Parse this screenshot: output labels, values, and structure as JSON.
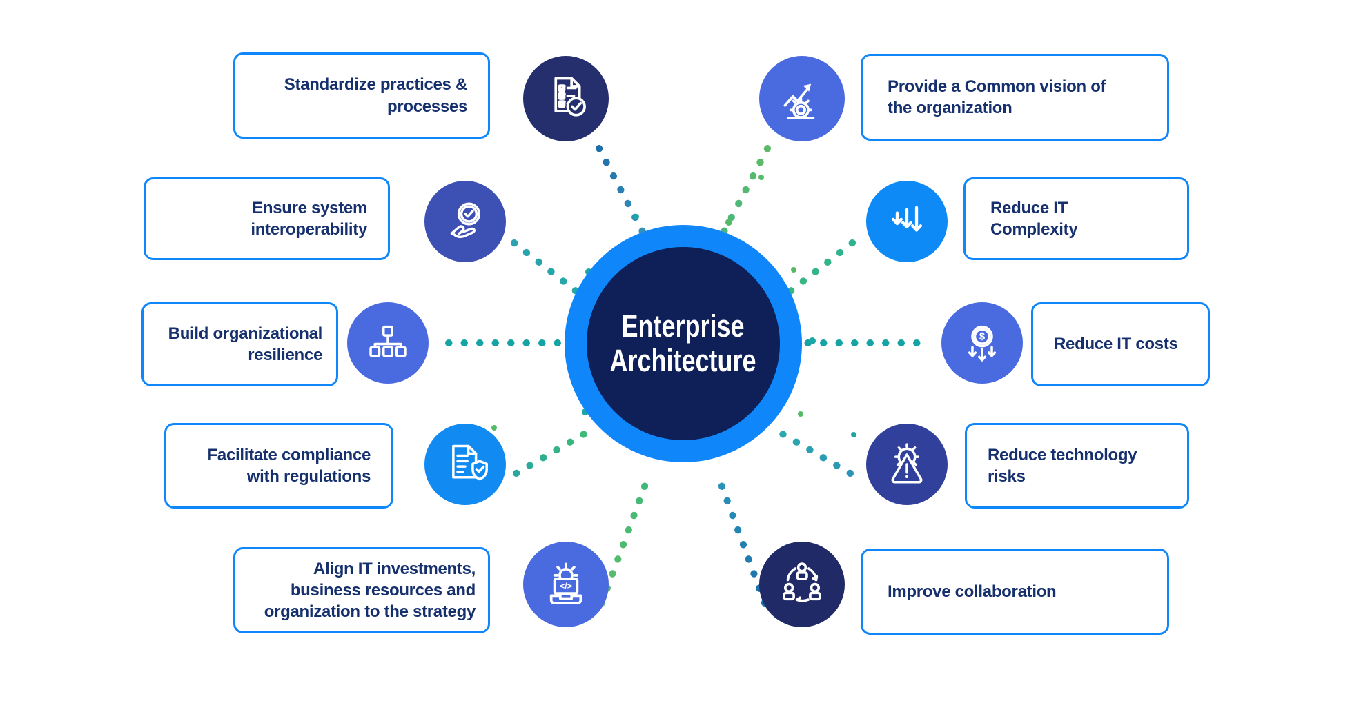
{
  "title": "Enterprise Architecture benefits diagram",
  "center": {
    "line1": "Enterprise",
    "line2": "Architecture"
  },
  "palette": {
    "accent_azure": "#1086FB",
    "navy_text": "#15306D",
    "center_core_navy": "#0E2057",
    "icon_dark_indigo": "#252F6D",
    "icon_indigo": "#3D51B5",
    "icon_medium_blue": "#4A6AE0",
    "icon_bright_azure": "#0E8AF6",
    "icon_risk_indigo": "#30409B",
    "icon_collab_navy": "#1F2A66",
    "dot_teal": "#16A3A3",
    "dot_green": "#54BA68",
    "dot_blue": "#1E6FA9"
  },
  "left_items": [
    {
      "icon": "checklist-icon",
      "lines": [
        "Standardize practices &",
        "processes"
      ]
    },
    {
      "icon": "hand-check-icon",
      "lines": [
        "Ensure system",
        "interoperability"
      ]
    },
    {
      "icon": "org-chart-icon",
      "lines": [
        "Build organizational",
        "resilience"
      ]
    },
    {
      "icon": "document-shield-icon",
      "lines": [
        "Facilitate compliance",
        "with regulations"
      ]
    },
    {
      "icon": "laptop-code-icon",
      "lines": [
        "Align IT investments,",
        "business resources and",
        "organization to the strategy"
      ]
    }
  ],
  "right_items": [
    {
      "icon": "growth-arrow-gear-icon",
      "lines": [
        "Provide a Common vision of",
        "the organization"
      ]
    },
    {
      "icon": "triple-down-arrows-icon",
      "lines": [
        "Reduce IT",
        "Complexity"
      ]
    },
    {
      "icon": "dollar-down-icon",
      "lines": [
        "Reduce IT costs"
      ]
    },
    {
      "icon": "warning-gear-icon",
      "lines": [
        "Reduce technology risks"
      ]
    },
    {
      "icon": "people-cycle-icon",
      "lines": [
        "Improve collaboration"
      ]
    }
  ]
}
